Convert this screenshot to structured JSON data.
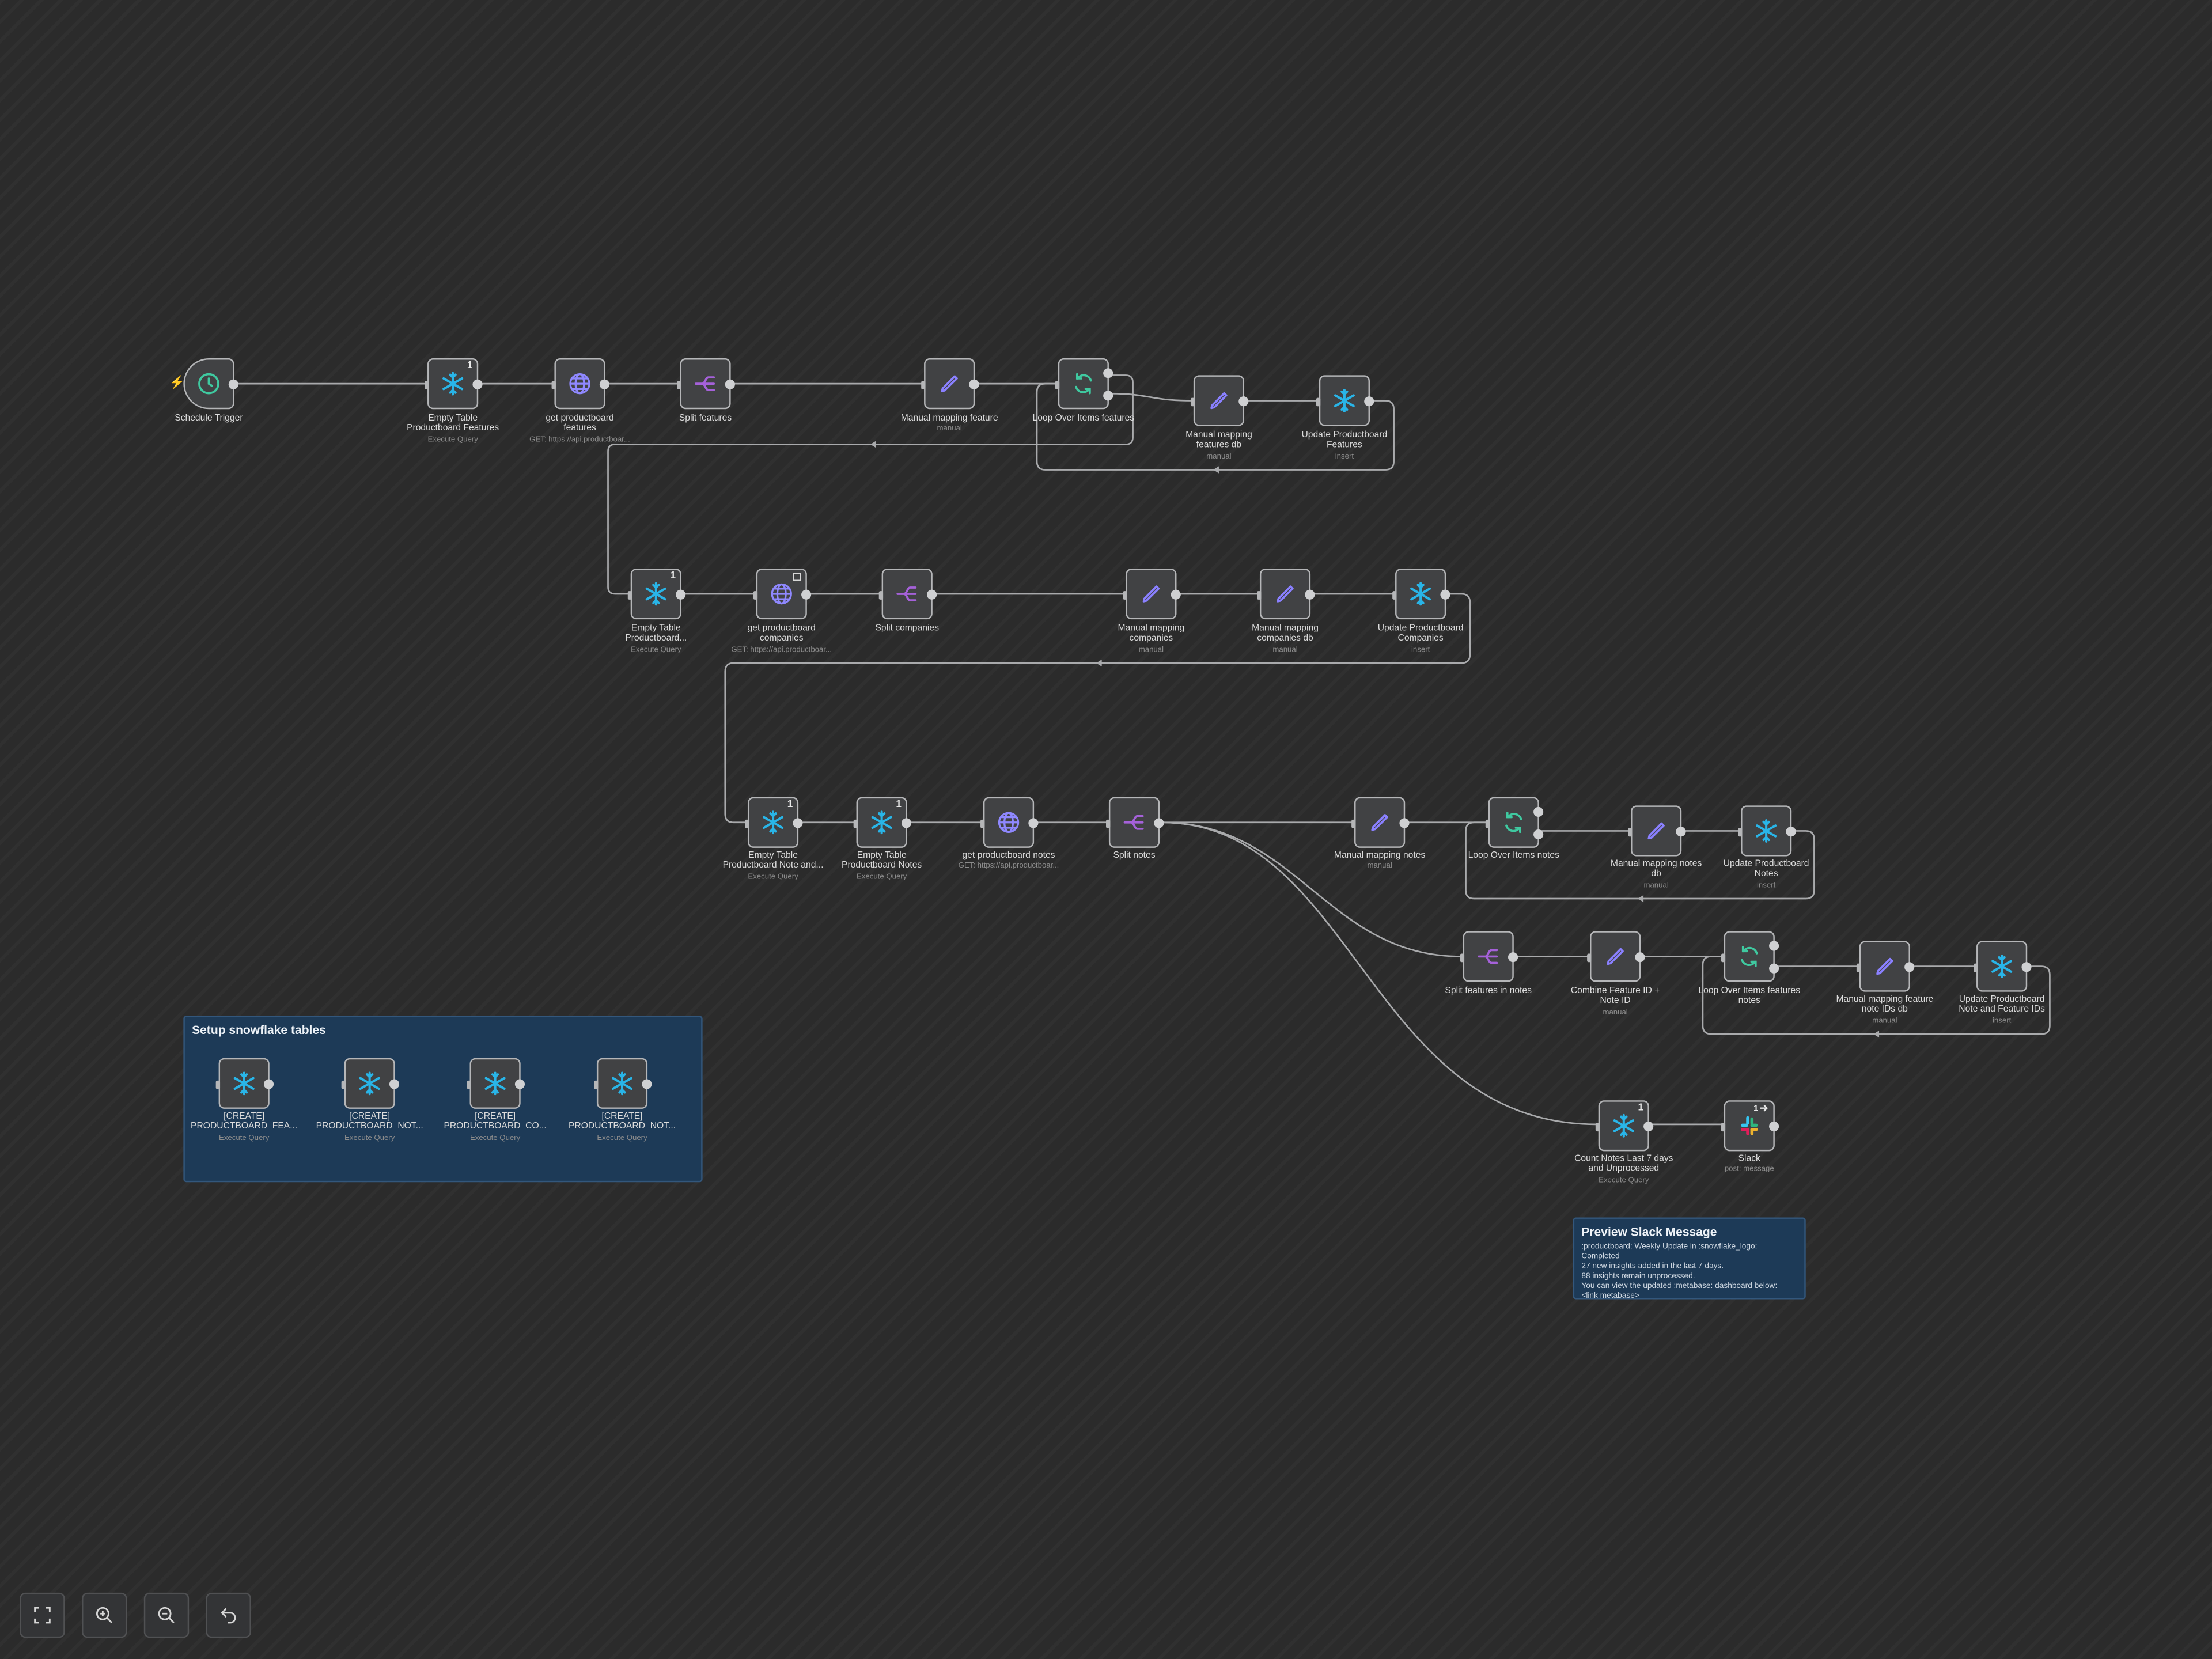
{
  "nodes": {
    "schedule": {
      "name": "Schedule Trigger"
    },
    "empty_features": {
      "name": "Empty Table\nProductboard Features",
      "sub": "Execute Query",
      "badge": "1"
    },
    "get_features": {
      "name": "get productboard\nfeatures",
      "sub": "GET: https://api.productboar..."
    },
    "split_features": {
      "name": "Split features"
    },
    "manual_feature": {
      "name": "Manual mapping feature",
      "sub": "manual"
    },
    "loop_features": {
      "name": "Loop Over Items features"
    },
    "mm_features_db": {
      "name": "Manual mapping\nfeatures db",
      "sub": "manual"
    },
    "update_features": {
      "name": "Update Productboard\nFeatures",
      "sub": "insert"
    },
    "empty_pb": {
      "name": "Empty Table\nProductboard...",
      "sub": "Execute Query",
      "badge": "1"
    },
    "get_companies": {
      "name": "get productboard\ncompanies",
      "sub": "GET: https://api.productboar..."
    },
    "split_companies": {
      "name": "Split companies"
    },
    "mm_companies": {
      "name": "Manual mapping\ncompanies",
      "sub": "manual"
    },
    "mm_companies_db": {
      "name": "Manual mapping\ncompanies db",
      "sub": "manual"
    },
    "update_companies": {
      "name": "Update Productboard\nCompanies",
      "sub": "insert"
    },
    "empty_note_and": {
      "name": "Empty Table\nProductboard Note and...",
      "sub": "Execute Query",
      "badge": "1"
    },
    "empty_notes": {
      "name": "Empty Table\nProductboard Notes",
      "sub": "Execute Query",
      "badge": "1"
    },
    "get_notes": {
      "name": "get productboard notes",
      "sub": "GET: https://api.productboar..."
    },
    "split_notes": {
      "name": "Split notes"
    },
    "mm_notes": {
      "name": "Manual mapping notes",
      "sub": "manual"
    },
    "loop_notes": {
      "name": "Loop Over Items notes"
    },
    "mm_notes_db": {
      "name": "Manual mapping notes\ndb",
      "sub": "manual"
    },
    "update_notes": {
      "name": "Update Productboard\nNotes",
      "sub": "insert"
    },
    "split_feat_notes": {
      "name": "Split features in notes"
    },
    "combine": {
      "name": "Combine Feature ID +\nNote ID",
      "sub": "manual"
    },
    "loop_feat_notes": {
      "name": "Loop Over Items features\nnotes"
    },
    "mm_feat_note_ids": {
      "name": "Manual mapping feature\nnote IDs db",
      "sub": "manual"
    },
    "update_note_feat": {
      "name": "Update Productboard\nNote and Feature IDs",
      "sub": "insert"
    },
    "count_notes": {
      "name": "Count Notes Last 7 days\nand Unprocessed",
      "sub": "Execute Query",
      "badge": "1"
    },
    "slack": {
      "name": "Slack",
      "sub": "post: message"
    },
    "create1": {
      "name": "[CREATE]\nPRODUCTBOARD_FEA...",
      "sub": "Execute Query"
    },
    "create2": {
      "name": "[CREATE]\nPRODUCTBOARD_NOT...",
      "sub": "Execute Query"
    },
    "create3": {
      "name": "[CREATE]\nPRODUCTBOARD_CO...",
      "sub": "Execute Query"
    },
    "create4": {
      "name": "[CREATE]\nPRODUCTBOARD_NOT...",
      "sub": "Execute Query"
    }
  },
  "stickies": {
    "setup": {
      "title": "Setup snowflake tables"
    },
    "preview": {
      "title": "Preview Slack Message",
      "body": ":productboard: Weekly Update in :snowflake_logo: Completed\n27 new insights added in the last 7 days.\n88 insights remain unprocessed.\nYou can view the updated :metabase: dashboard below:\n<link metabase>"
    }
  },
  "colors": {
    "canvas": "#2b2b2b",
    "node_fill": "#414244",
    "node_border": "#b5b6b8",
    "wire": "#a9aaac",
    "snowflake": "#29b5e8",
    "http": "#8f88ff",
    "split": "#a561d9",
    "edit": "#8a80ff",
    "loop": "#3fc9a0",
    "trigger": "#3fc9a0",
    "sticky": "#1d3a57"
  },
  "controls": [
    "fit-view-icon",
    "zoom-in-icon",
    "zoom-out-icon",
    "undo-icon"
  ]
}
